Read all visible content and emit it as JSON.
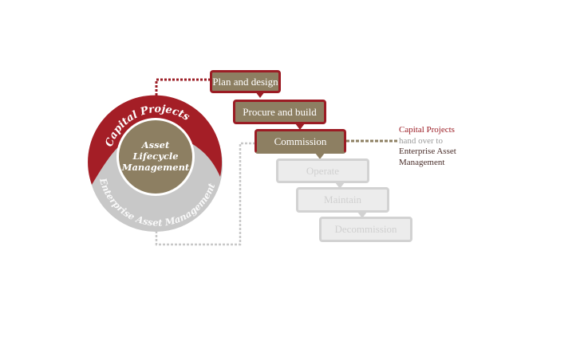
{
  "wheel": {
    "outer_top_label": "Capital Projects",
    "outer_bottom_label": "Enterprise Asset Management",
    "center_lines": [
      "Asset",
      "Lifecycle",
      "Management"
    ]
  },
  "stages": [
    {
      "label": "Plan and design",
      "state": "active"
    },
    {
      "label": "Procure and build",
      "state": "active"
    },
    {
      "label": "Commission",
      "state": "active"
    },
    {
      "label": "Operate",
      "state": "inactive"
    },
    {
      "label": "Maintain",
      "state": "inactive"
    },
    {
      "label": "Decommission",
      "state": "inactive"
    }
  ],
  "note": {
    "line1": "Capital Projects",
    "line2": "hand over to",
    "line3": "Enterprise Asset",
    "line4": "Management"
  },
  "colors": {
    "red": "#9b1c24",
    "tan": "#8d7f62",
    "gray": "#c8c8c8"
  }
}
